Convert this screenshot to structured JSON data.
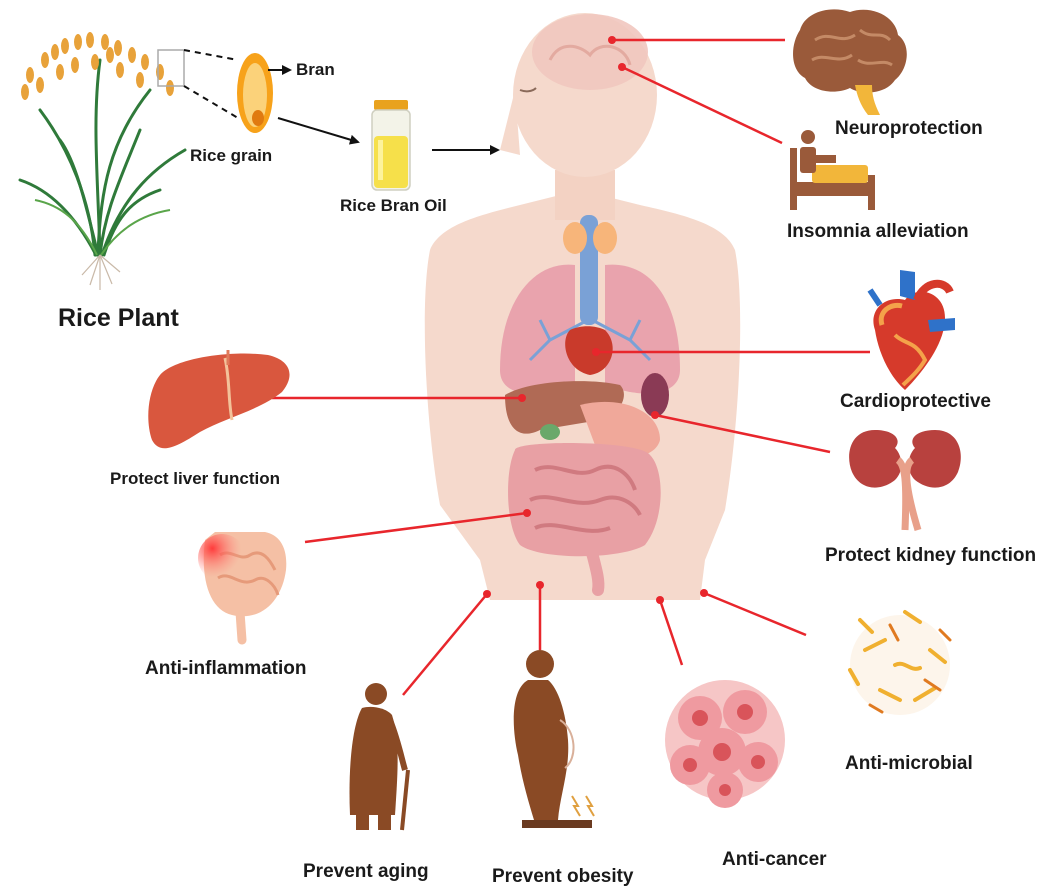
{
  "source": {
    "plant_label": "Rice Plant",
    "grain_label": "Rice grain",
    "bran_label": "Bran",
    "oil_label": "Rice Bran Oil"
  },
  "benefits": {
    "neuroprotection": "Neuroprotection",
    "insomnia": "Insomnia alleviation",
    "cardioprotective": "Cardioprotective",
    "liver": "Protect liver function",
    "kidney": "Protect kidney function",
    "inflammation": "Anti-inflammation",
    "aging": "Prevent aging",
    "obesity": "Prevent obesity",
    "cancer": "Anti-cancer",
    "microbial": "Anti-microbial"
  },
  "colors": {
    "connector": "#e8262c",
    "skin": "#f5d9cc",
    "brain": "#9a5a3a",
    "liver": "#d9573e",
    "heart": "#d63a2b",
    "kidney": "#b8413e",
    "silhouette": "#8a4a25",
    "cancer_cell": "#ef9aa0",
    "microbe": "#f0b030"
  },
  "icons": [
    "rice-plant-icon",
    "rice-grain-icon",
    "oil-bottle-icon",
    "human-body-icon",
    "brain-icon",
    "bed-icon",
    "heart-icon",
    "liver-icon",
    "kidney-icon",
    "intestine-icon",
    "elderly-person-icon",
    "obese-person-icon",
    "cancer-cells-icon",
    "microbes-icon"
  ]
}
